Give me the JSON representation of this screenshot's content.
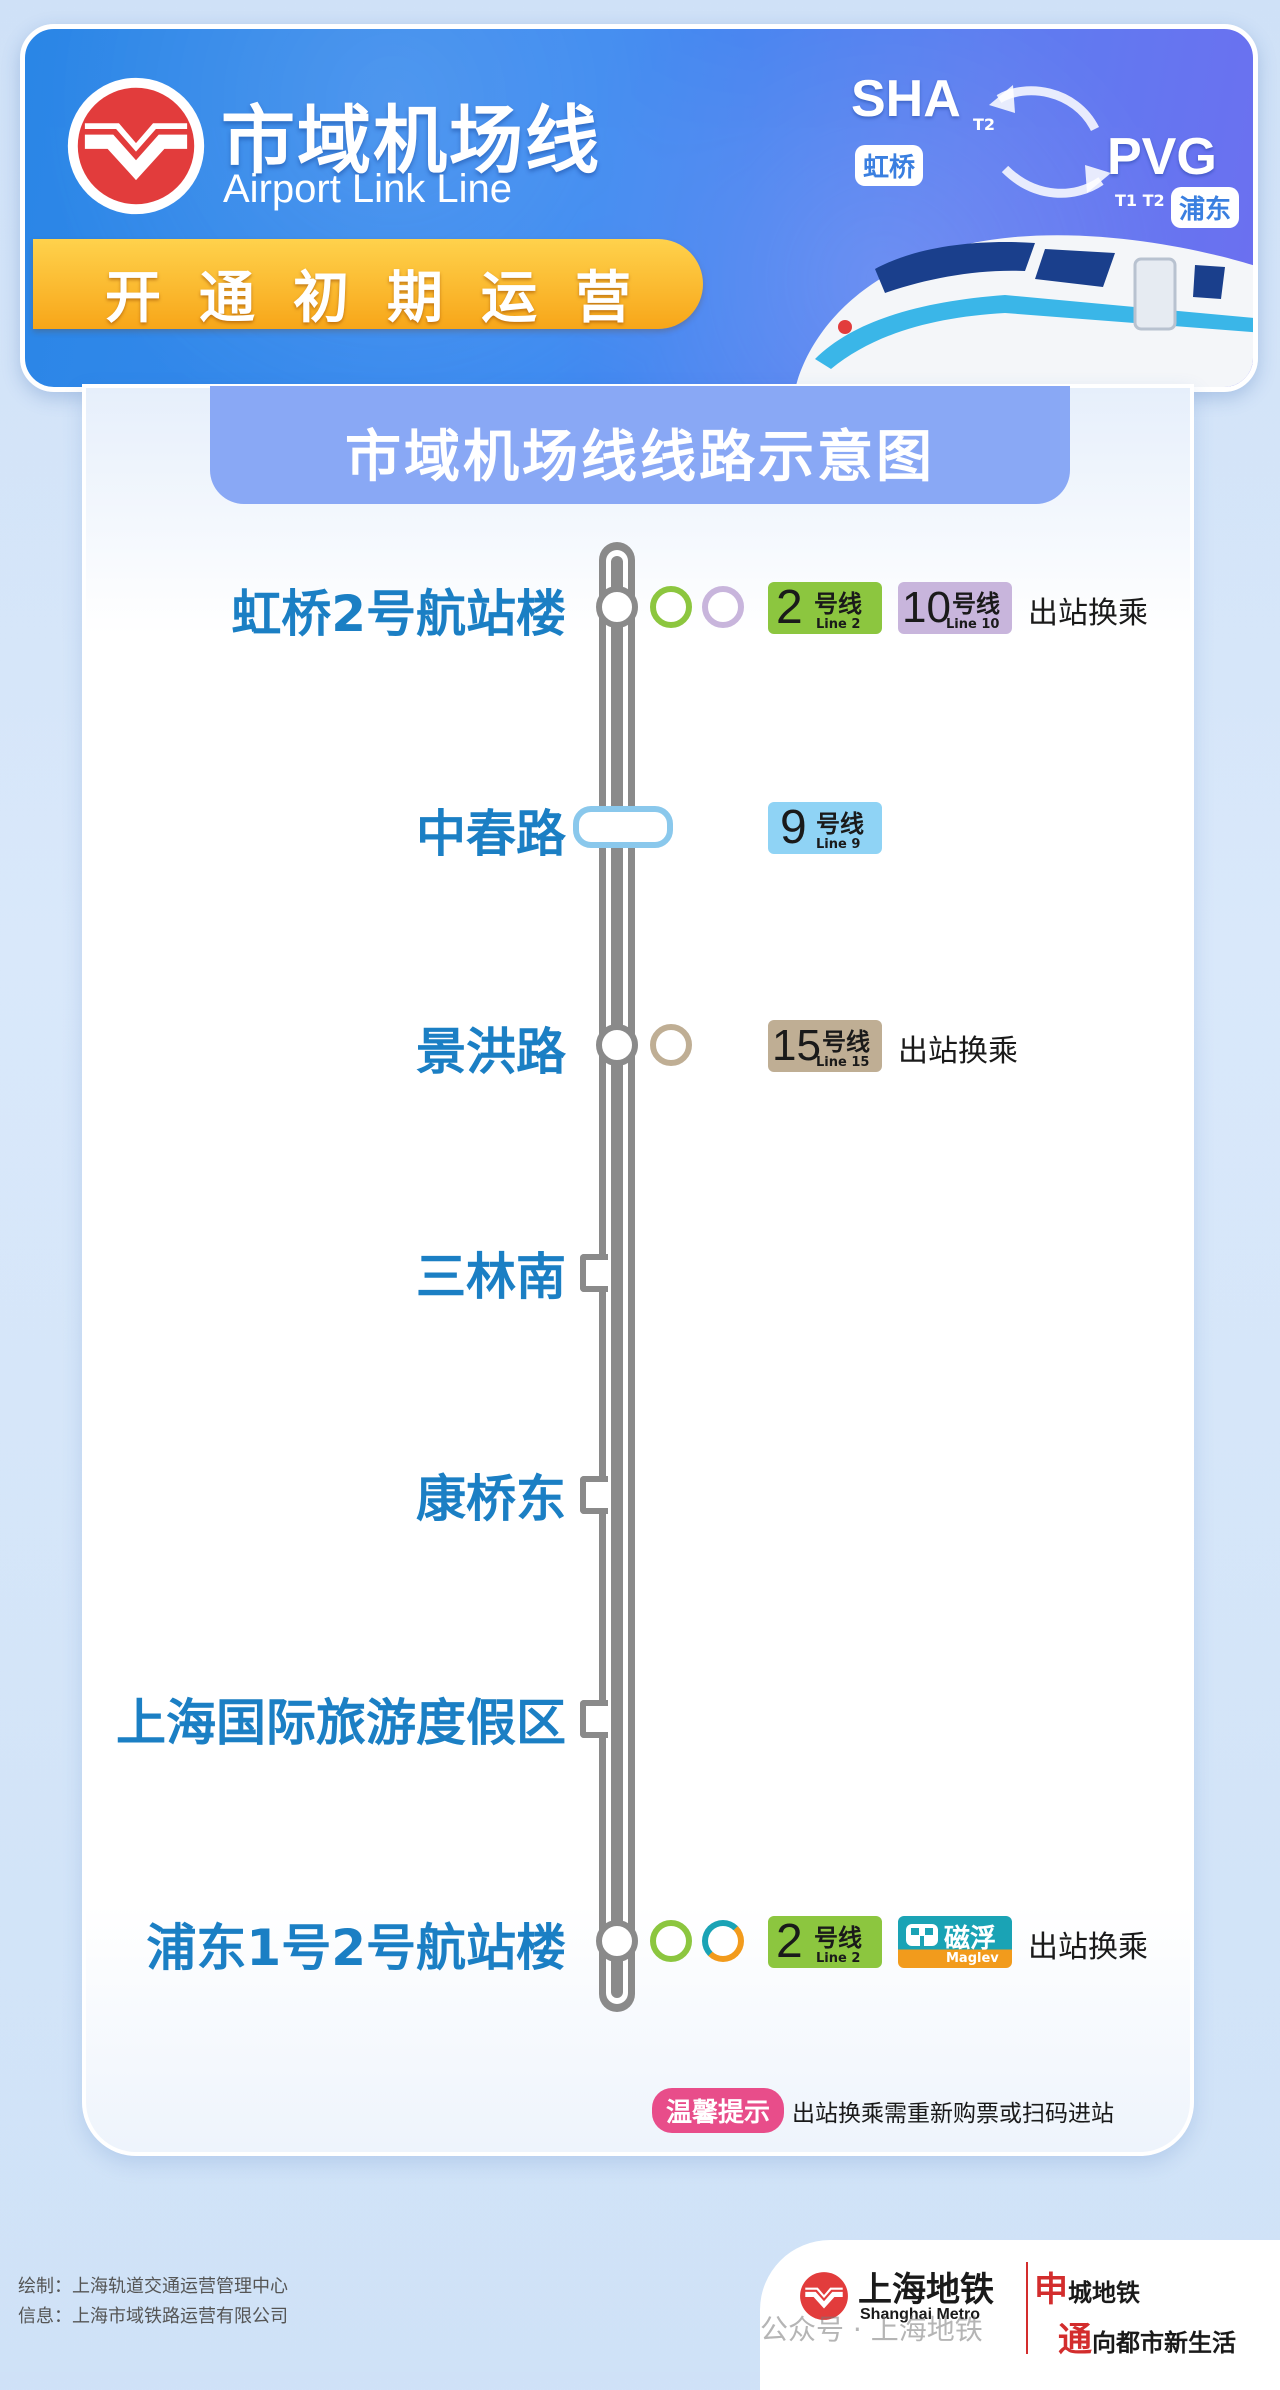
{
  "header": {
    "title_cn": "市域机场线",
    "title_en": "Airport Link Line",
    "banner": "开通初期运营",
    "airport_a": {
      "code": "SHA",
      "terminal": "T2",
      "name": "虹桥"
    },
    "airport_b": {
      "code": "PVG",
      "terminal": "T1 T2",
      "name": "浦东"
    }
  },
  "map_title": "市域机场线线路示意图",
  "colors": {
    "line2": "#8cc63f",
    "line9": "#8fd3f5",
    "line10": "#c8b5dc",
    "line15": "#bfae94",
    "maglev": "#1aa3b5",
    "station_text": "#1b7fc4"
  },
  "stations": [
    {
      "name": "虹桥2号航站楼",
      "transfer_note": "出站换乘",
      "lines": [
        {
          "num": "2",
          "cn": "号线",
          "en": "Line 2"
        },
        {
          "num": "10",
          "cn": "号线",
          "en": "Line 10"
        }
      ]
    },
    {
      "name": "中春路",
      "lines": [
        {
          "num": "9",
          "cn": "号线",
          "en": "Line 9"
        }
      ]
    },
    {
      "name": "景洪路",
      "transfer_note": "出站换乘",
      "lines": [
        {
          "num": "15",
          "cn": "号线",
          "en": "Line 15"
        }
      ]
    },
    {
      "name": "三林南"
    },
    {
      "name": "康桥东"
    },
    {
      "name": "上海国际旅游度假区"
    },
    {
      "name": "浦东1号2号航站楼",
      "transfer_note": "出站换乘",
      "lines": [
        {
          "num": "2",
          "cn": "号线",
          "en": "Line 2"
        },
        {
          "cn": "磁浮",
          "en": "Maglev"
        }
      ]
    }
  ],
  "notice": {
    "tag": "温馨提示",
    "text": "出站换乘需重新购票或扫码进站"
  },
  "credits": {
    "drawn_by": "绘制：上海轨道交通运营管理中心",
    "info": "信息：上海市域铁路运营有限公司"
  },
  "footer": {
    "brand_cn": "上海地铁",
    "brand_en": "Shanghai Metro",
    "slogan1_em": "申",
    "slogan1_rest": "城地铁",
    "slogan2_em": "通",
    "slogan2_rest": "向都市新生活",
    "watermark": "公众号 · 上海地铁"
  }
}
